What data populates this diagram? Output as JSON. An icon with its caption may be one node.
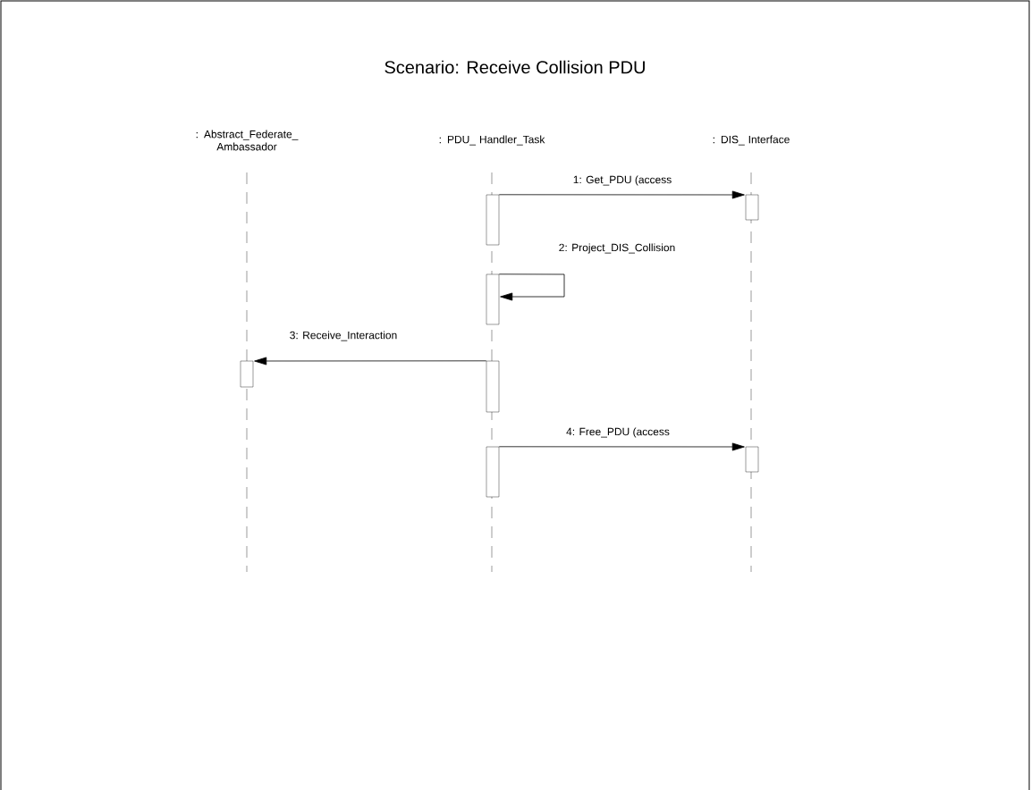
{
  "diagram": {
    "title": "Scenario:  Receive Collision PDU",
    "nodes": [
      {
        "text": [
          ": Abstract_Federate_ Ambassador"
        ]
      },
      {
        "text": [
          ": PDU_ Handler_Task"
        ]
      },
      {
        "text": [
          ": DIS_ Interface"
        ]
      },
      {
        "text": [],
        "shape": "box"
      },
      {
        "text": [],
        "shape": "box"
      },
      {
        "text": [],
        "shape": "box"
      },
      {
        "text": [],
        "shape": "box"
      },
      {
        "text": [],
        "shape": "box"
      },
      {
        "text": [],
        "shape": "box"
      },
      {
        "text": [],
        "shape": "box"
      }
    ],
    "edges": [
      {
        "from": 3,
        "to": 4,
        "arrow": "to",
        "label": "1: Get_PDU (access"
      },
      {
        "from": 5,
        "to": 5,
        "arrow": "to",
        "label": "2: Project_DIS_Collision"
      },
      {
        "from": 7,
        "to": 6,
        "arrow": "to",
        "label": "3: Receive_Interaction"
      },
      {
        "from": 8,
        "to": 9,
        "arrow": "to",
        "label": "4: Free_PDU (access"
      }
    ]
  }
}
